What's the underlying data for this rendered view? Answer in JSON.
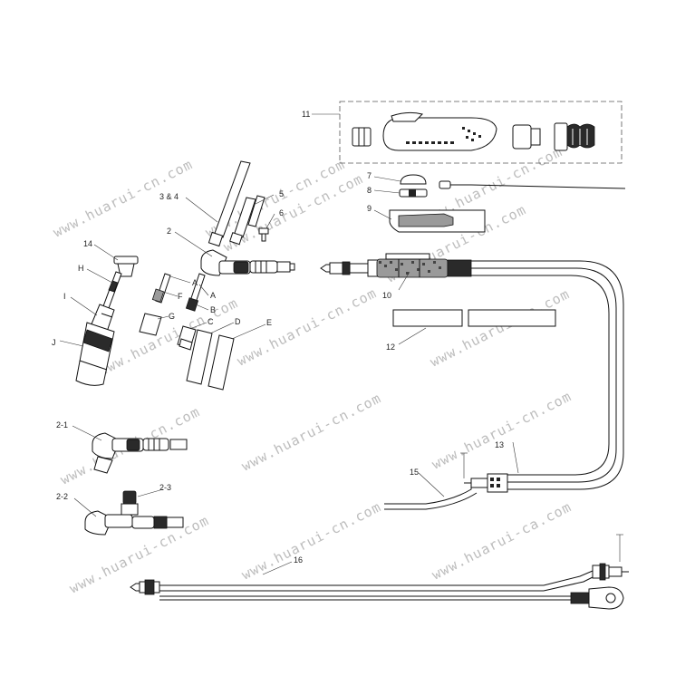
{
  "labels": {
    "l11": "11",
    "l7": "7",
    "l8": "8",
    "l9": "9",
    "l3_4": "3 & 4",
    "l5": "5",
    "l6": "6",
    "l2": "2",
    "l14": "14",
    "lH": "H",
    "lI": "I",
    "lJ": "J",
    "lF": "F",
    "lG": "G",
    "lA1": "A",
    "lA2": "A",
    "lB": "B",
    "lC": "C",
    "lD": "D",
    "lE": "E",
    "l10": "10",
    "l12": "12",
    "l13": "13",
    "l15": "15",
    "l2_1": "2-1",
    "l2_2": "2-2",
    "l2_3": "2-3",
    "l16": "16"
  },
  "watermark": {
    "text1": "www.huarui-cn.com",
    "text2": "www.huarui-cn.com",
    "text3": "www.huarui-cn.com",
    "text4": "www.huarui-cn.com",
    "text5": "www.huarui-cn.com",
    "text6": "www.huarui-cn.com",
    "text7": "www.huarui-cn.com",
    "text8": "www.huarui-cn.com",
    "text9": "www.huarui-cn.com",
    "text10": "www.huarui-cn.com",
    "text11": "www.huarui-cn.com",
    "text12": "www.huarui-ca.com",
    "text13": "www.huarui-cn.com",
    "text14": "www.huarui-cn.com"
  }
}
